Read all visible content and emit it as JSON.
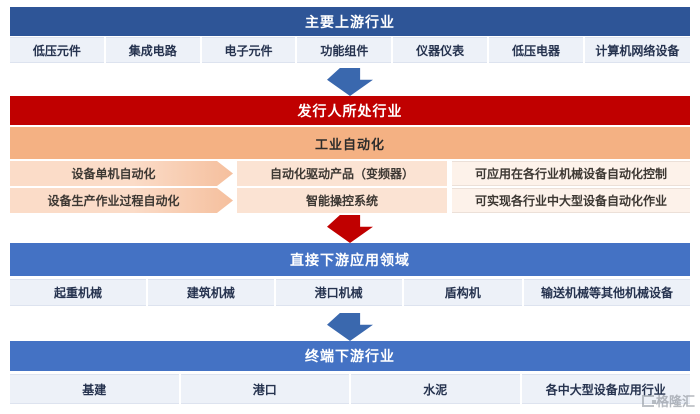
{
  "colors": {
    "dark_blue": "#2e5597",
    "mid_blue": "#4472c4",
    "arrow_blue": "#3a68ae",
    "red": "#c00000",
    "salmon": "#f4b183",
    "peach_light": "#fbdcc8",
    "peach_tip": "#f5bf9d",
    "peach_mid": "#fbe3d3",
    "cream": "#fdf2ea",
    "cell_blue": "#edf1f8",
    "navy_text": "#26334f",
    "brown_text": "#3d3833"
  },
  "sections": {
    "upstream": {
      "title": "主要上游行业",
      "items": [
        "低压元件",
        "集成电路",
        "电子元件",
        "功能组件",
        "仪器仪表",
        "低压电器",
        "计算机网络设备"
      ]
    },
    "issuer": {
      "title": "发行人所处行业",
      "subtitle": "工业自动化",
      "rows": [
        {
          "left": "设备单机自动化",
          "mid": "自动化驱动产品（变频器）",
          "right": "可应用在各行业机械设备自动化控制"
        },
        {
          "left": "设备生产作业过程自动化",
          "mid": "智能操控系统",
          "right": "可实现各行业中大型设备自动化作业"
        }
      ]
    },
    "downstream_direct": {
      "title": "直接下游应用领域",
      "items": [
        "起重机械",
        "建筑机械",
        "港口机械",
        "盾构机",
        "输送机械等其他机械设备"
      ]
    },
    "downstream_end": {
      "title": "终端下游行业",
      "items": [
        "基建",
        "港口",
        "水泥",
        "各中大型设备应用行业"
      ]
    }
  },
  "watermark": {
    "text": "格隆汇"
  }
}
